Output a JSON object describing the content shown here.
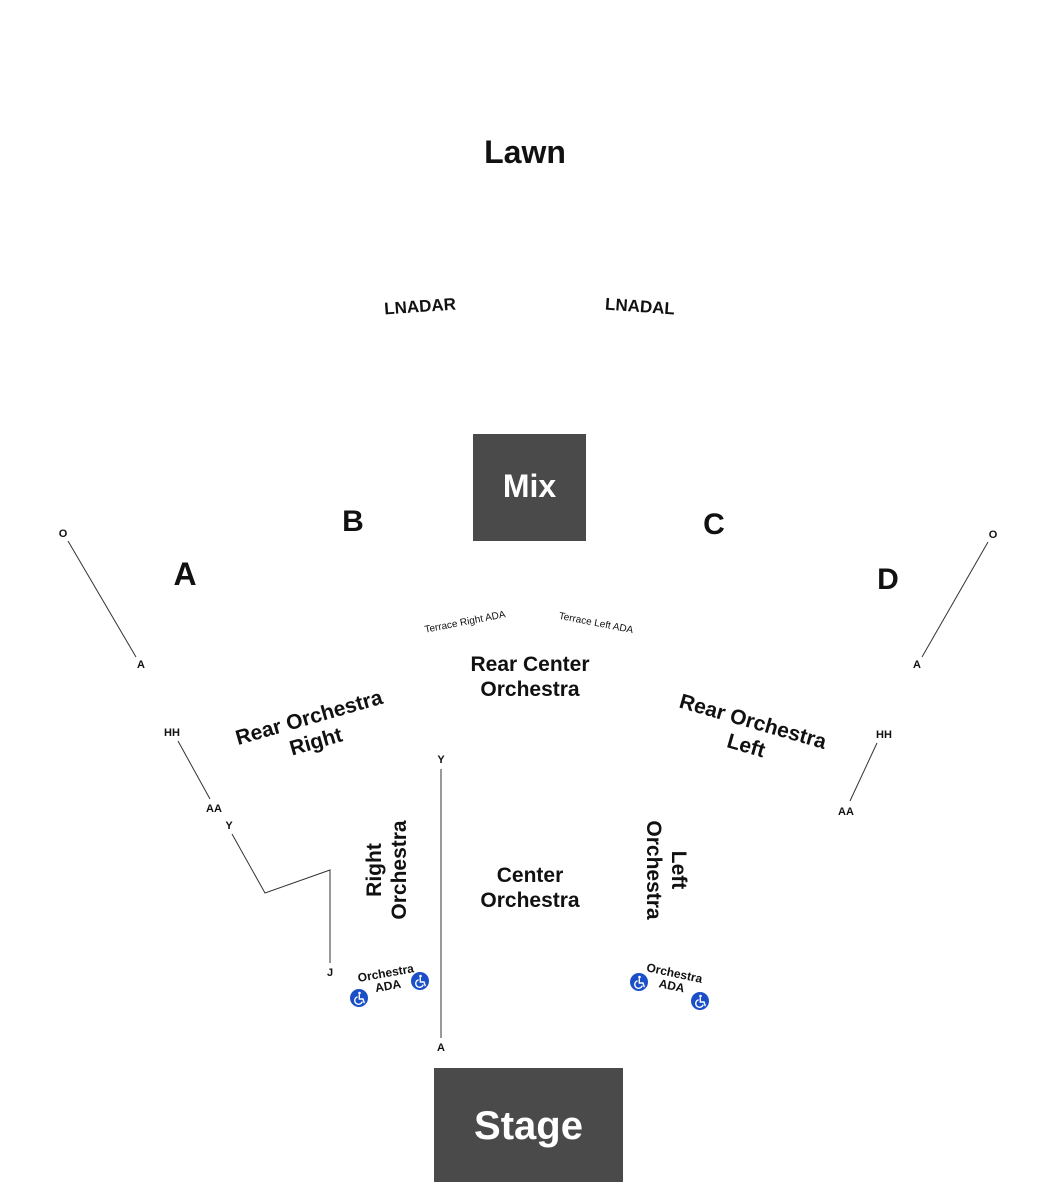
{
  "sections": {
    "lawn": "Lawn",
    "lnadar": "LNADAR",
    "lnadal": "LNADAL",
    "mix": "Mix",
    "a": "A",
    "b": "B",
    "c": "C",
    "d": "D",
    "terrace_right_ada": "Terrace Right ADA",
    "terrace_left_ada": "Terrace Left ADA",
    "rear_center_orchestra": [
      "Rear Center",
      "Orchestra"
    ],
    "rear_orchestra_right": [
      "Rear Orchestra",
      "Right"
    ],
    "rear_orchestra_left": [
      "Rear Orchestra",
      "Left"
    ],
    "right_orchestra": [
      "Right",
      "Orchestra"
    ],
    "left_orchestra": [
      "Left",
      "Orchestra"
    ],
    "center_orchestra": [
      "Center",
      "Orchestra"
    ],
    "orchestra_ada_right": [
      "Orchestra",
      "ADA"
    ],
    "orchestra_ada_left": [
      "Orchestra",
      "ADA"
    ],
    "stage": "Stage"
  },
  "row_labels": {
    "a_top": "O",
    "a_bottom": "A",
    "d_top": "O",
    "d_bottom": "A",
    "right_hh": "HH",
    "right_aa": "AA",
    "right_y": "Y",
    "right_j": "J",
    "left_hh": "HH",
    "left_aa": "AA",
    "center_y": "Y",
    "center_a": "A"
  },
  "icons": {
    "accessible": "wheelchair-icon"
  },
  "colors": {
    "block": "#4a4a4a",
    "block_text": "#ffffff",
    "accessible": "#1a4fc7",
    "text": "#111111",
    "line": "#333333"
  }
}
